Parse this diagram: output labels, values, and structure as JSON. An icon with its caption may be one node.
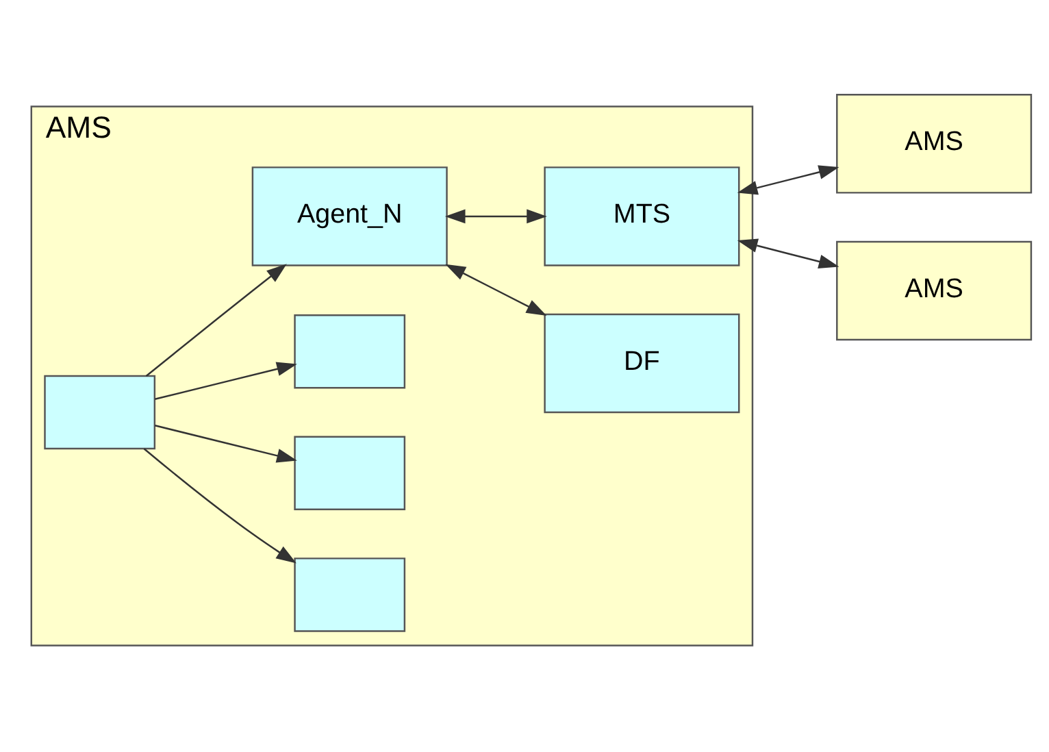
{
  "diagram": {
    "nodes": [
      {
        "text": [
          "AMS"
        ]
      },
      {
        "text": [],
        "shape": "box",
        "in": 0
      },
      {
        "text": [],
        "shape": "box",
        "in": 0
      },
      {
        "text": [],
        "shape": "box",
        "in": 0
      },
      {
        "text": [],
        "shape": "box",
        "in": 0
      },
      {
        "text": [
          "Agent_N"
        ],
        "in": 0
      },
      {
        "text": [
          "DF"
        ],
        "in": 0
      },
      {
        "text": [
          "MTS"
        ],
        "in": 0
      },
      {
        "text": [
          "AMS"
        ]
      },
      {
        "text": [
          "AMS"
        ]
      }
    ],
    "edges": [
      {
        "from": 1,
        "to": 2,
        "arrow": "to"
      },
      {
        "from": 1,
        "to": 3,
        "arrow": "to"
      },
      {
        "from": 1,
        "to": 4,
        "arrow": "to"
      },
      {
        "from": 1,
        "to": 5,
        "arrow": "to"
      },
      {
        "from": 5,
        "to": 6,
        "arrow": "both"
      },
      {
        "from": 5,
        "to": 7,
        "arrow": "both"
      },
      {
        "from": 7,
        "to": 8,
        "arrow": "both"
      },
      {
        "from": 7,
        "to": 9,
        "arrow": "both"
      }
    ]
  }
}
